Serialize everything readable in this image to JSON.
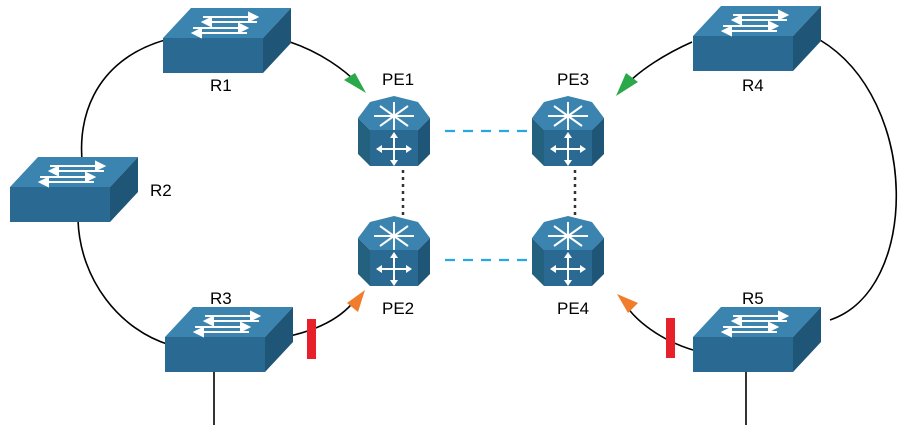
{
  "colors": {
    "device_fill": "#2a6a92",
    "device_top": "#3b84b0",
    "device_side": "#1f5576",
    "arrow_green": "#2aa84a",
    "arrow_orange": "#f07c2c",
    "blocked_red": "#e8202a",
    "link_dashed": "#29a8df",
    "link_dotted": "#333333"
  },
  "nodes": {
    "r1": {
      "label": "R1",
      "icon": "switch-icon"
    },
    "r2": {
      "label": "R2",
      "icon": "switch-icon"
    },
    "r3": {
      "label": "R3",
      "icon": "switch-icon"
    },
    "r4": {
      "label": "R4",
      "icon": "switch-icon"
    },
    "r5": {
      "label": "R5",
      "icon": "switch-icon"
    },
    "pe1": {
      "label": "PE1",
      "icon": "router-icon"
    },
    "pe2": {
      "label": "PE2",
      "icon": "router-icon"
    },
    "pe3": {
      "label": "PE3",
      "icon": "router-icon"
    },
    "pe4": {
      "label": "PE4",
      "icon": "router-icon"
    }
  }
}
